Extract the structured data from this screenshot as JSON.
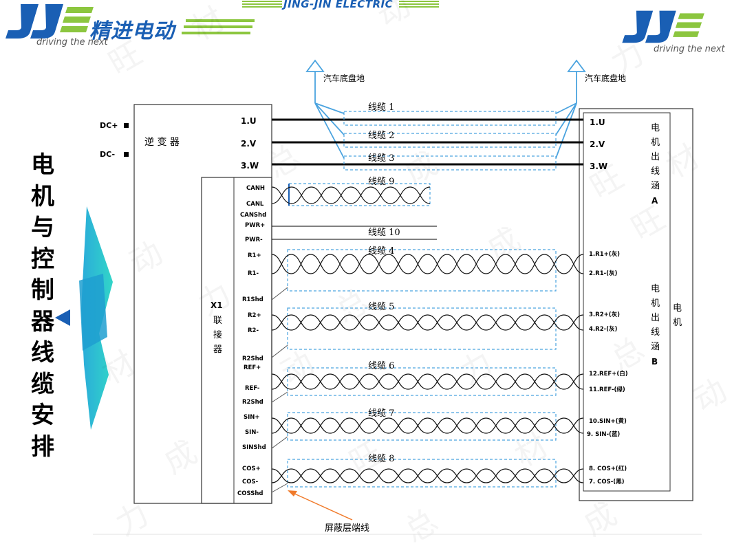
{
  "header": {
    "brand_cn": "精进电动",
    "brand_en": "JING-JIN ELECTRIC",
    "tagline": "driving the next",
    "brand_color": "#1a5fb4",
    "accent_color": "#8cc63f"
  },
  "slide_title": [
    "电",
    "机",
    "与",
    "控",
    "制",
    "器",
    "线",
    "缆",
    "安",
    "排"
  ],
  "diagram": {
    "ground_left": "汽车底盘地",
    "ground_right": "汽车底盘地",
    "dc_plus": "DC+",
    "dc_minus": "DC-",
    "inverter": "逆 变 器",
    "connector_x1": "X1",
    "connector_name": [
      "联",
      "接",
      "器"
    ],
    "motor": [
      "电",
      "机"
    ],
    "junction_a": [
      "电",
      "机",
      "出",
      "线",
      "涵",
      "A"
    ],
    "junction_b": [
      "电",
      "机",
      "出",
      "线",
      "涵",
      "B"
    ],
    "phase_left": [
      "1.U",
      "2.V",
      "3.W"
    ],
    "phase_right": [
      "1.U",
      "2.V",
      "3.W"
    ],
    "cables": [
      "线缆 1",
      "线缆 2",
      "线缆 3",
      "线缆 9",
      "线缆 10",
      "线缆 4",
      "线缆 5",
      "线缆 6",
      "线缆 7",
      "线缆 8"
    ],
    "x1_pins": [
      "CANH",
      "CANL",
      "CANShd",
      "PWR+",
      "PWR-",
      "R1+",
      "R1-",
      "R1Shd",
      "R2+",
      "R2-",
      "R2Shd",
      "REF+",
      "REF-",
      "R2Shd",
      "SIN+",
      "SIN-",
      "SINShd",
      "COS+",
      "COS-",
      "COSShd"
    ],
    "motor_pins": [
      "1.R1+(灰)",
      "2.R1-(灰)",
      "3.R2+(灰)",
      "4.R2-(灰)",
      "12.REF+(白)",
      "11.REF-(绿)",
      "10.SIN+(黄)",
      "9. SIN-(蓝)",
      "8. COS+(红)",
      "7. COS-(黑)"
    ],
    "shield_label": "屏蔽层端线"
  },
  "watermark": "旺材 动力 总成"
}
